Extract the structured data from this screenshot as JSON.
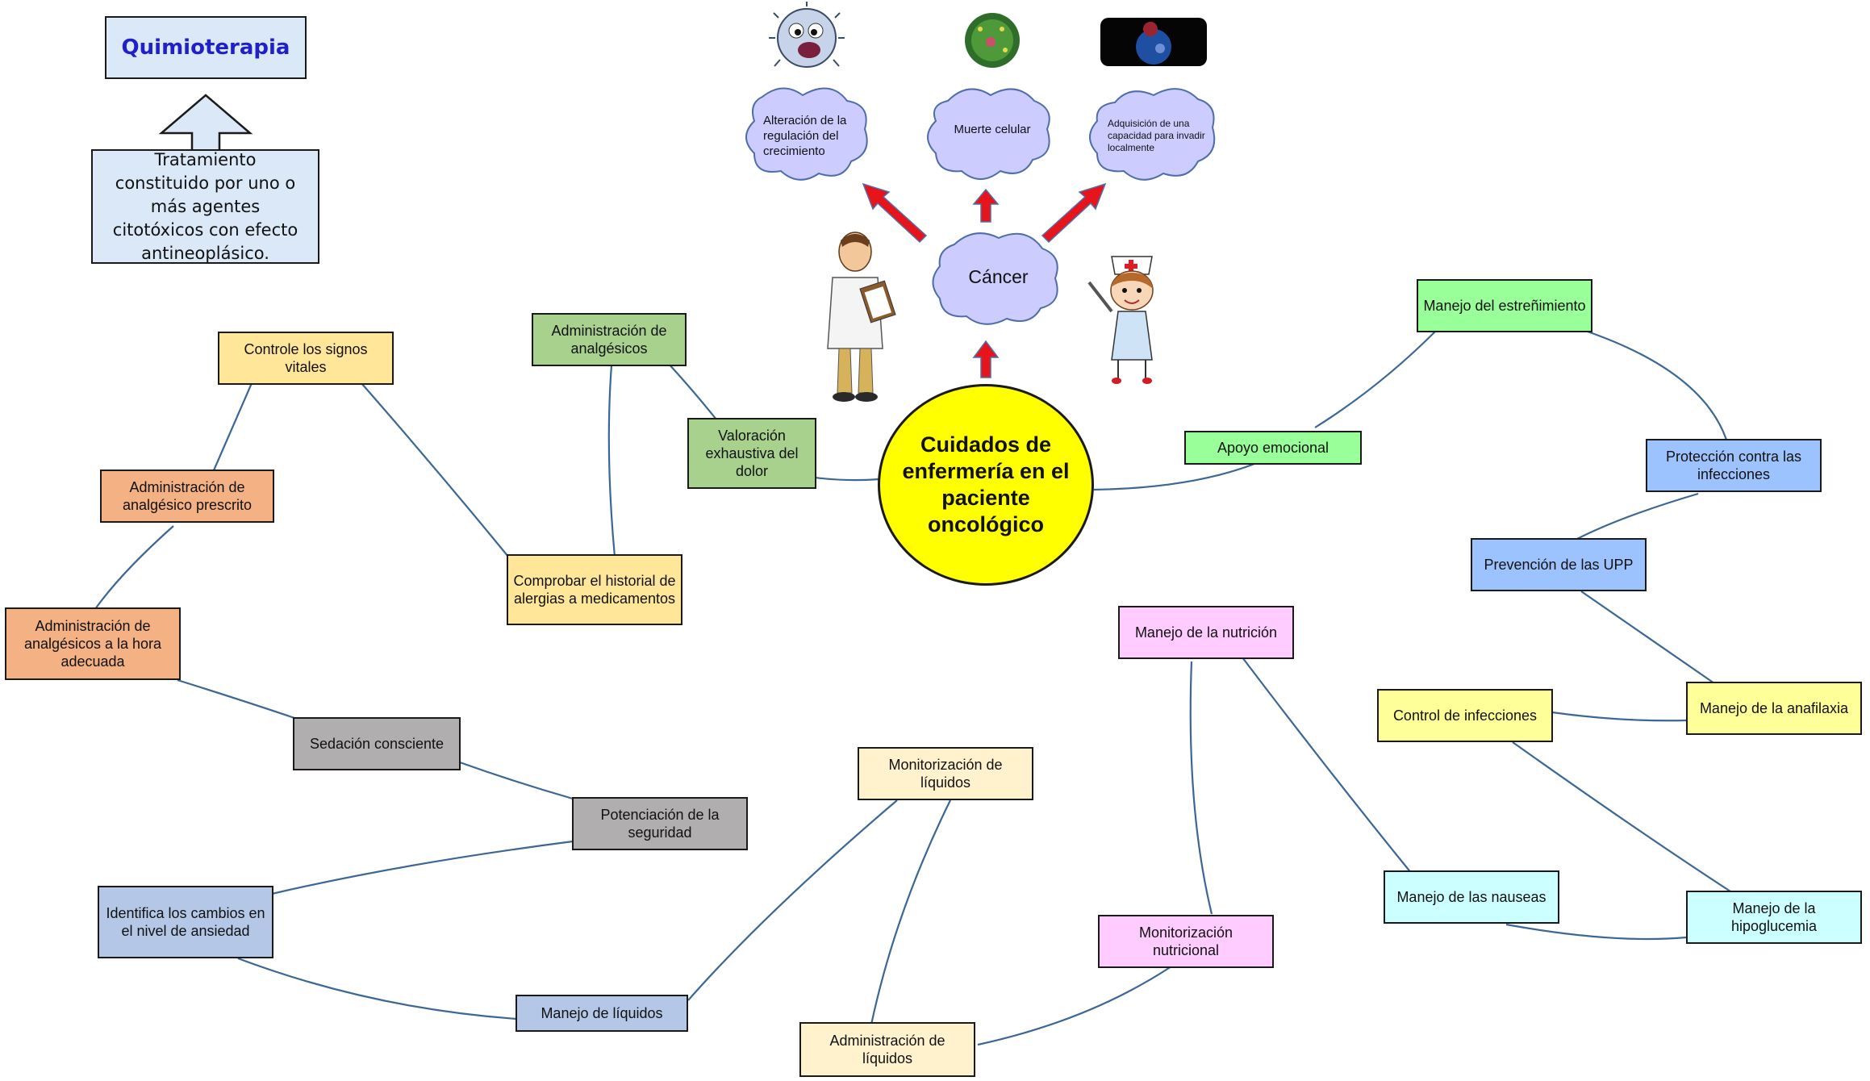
{
  "title": "Quimioterapia",
  "definition": "Tratamiento constituido por uno o más agentes citotóxicos con efecto antineoplásico.",
  "center": "Cuidados de enfermería en el paciente oncológico",
  "cancer_cloud": "Cáncer",
  "cancer_features": [
    "Alteración de la regulación del crecimiento",
    "Muerte celular",
    "Adquisición de una capacidad para invadir localmente"
  ],
  "nodes": {
    "administracion_analgesicos": "Administración de analgésicos",
    "valoracion_dolor": "Valoración exhaustiva del dolor",
    "controle_signos": "Controle los signos vitales",
    "comprobar_alergias": "Comprobar el historial de alergias a medicamentos",
    "analgesico_prescrito": "Administración de analgésico prescrito",
    "analgesicos_hora": "Administración de analgésicos a la hora adecuada",
    "sedacion": "Sedación consciente",
    "potenciacion": "Potenciación de la seguridad",
    "ansiedad": "Identifica los cambios en el nivel de ansiedad",
    "manejo_liquidos": "Manejo de líquidos",
    "monitorizacion_liquidos": "Monitorización de líquidos",
    "administracion_liquidos": "Administración de líquidos",
    "manejo_nutricion": "Manejo de la nutrición",
    "monitorizacion_nutricional": "Monitorización nutricional",
    "manejo_nauseas": "Manejo de las nauseas",
    "apoyo_emocional": "Apoyo emocional",
    "estrenimiento": "Manejo del estreñimiento",
    "proteccion_infecciones": "Protección contra las infecciones",
    "prevencion_upp": "Prevención de las UPP",
    "anafilaxia": "Manejo de la anafilaxia",
    "control_infecciones": "Control de infecciones",
    "hipoglucemia": "Manejo de la hipoglucemia"
  },
  "colors": {
    "title_text": "#1f20c9",
    "center_fill": "#ffff00",
    "cloud_fill": "#ccccff",
    "cloud_stroke": "#4f6ea8",
    "connector": "#3c6694",
    "arrow_fill": "#e8141c"
  },
  "icons": [
    "virus-icon",
    "cell-icon",
    "tumor-cell-icon",
    "doctor-icon",
    "nurse-icon"
  ]
}
